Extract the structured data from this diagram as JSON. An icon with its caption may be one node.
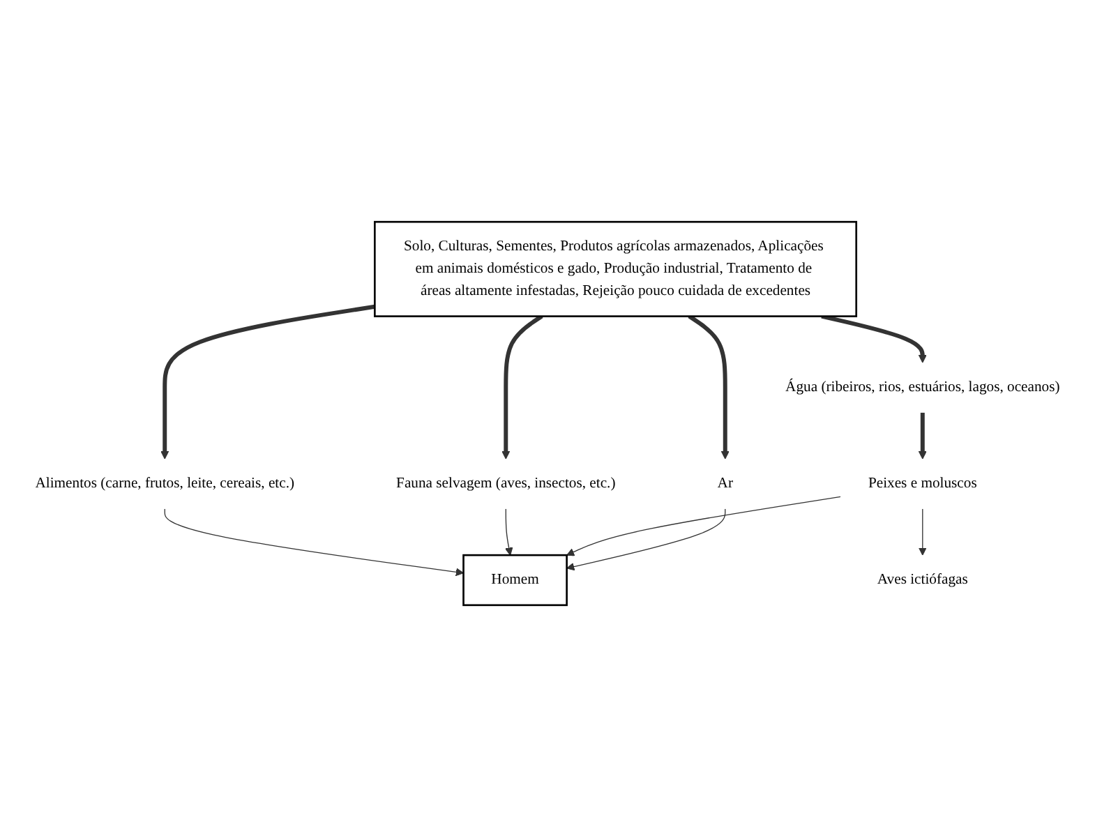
{
  "diagram": {
    "nodes": [
      {
        "text": [
          "Solo, Culturas, Sementes, Produtos agrícolas armazenados, Aplicações em animais domésticos e gado, Produção industrial, Tratamento de áreas altamente infestadas, Rejeição pouco cuidada de excedentes"
        ]
      },
      {
        "text": [
          "Alimentos (carne, frutos, leite, cereais, etc.)"
        ]
      },
      {
        "text": [
          "Fauna selvagem (aves, insectos, etc.)"
        ]
      },
      {
        "text": [
          "Água (ribeiros, rios, estuários, lagos, oceanos)"
        ]
      },
      {
        "text": [
          "Ar"
        ]
      },
      {
        "text": [
          "Peixes e moluscos"
        ]
      },
      {
        "text": [
          "Aves ictiófagas"
        ]
      },
      {
        "text": [
          "Homem"
        ]
      }
    ],
    "edges": [
      {
        "from": 0,
        "to": 1,
        "arrow": "to",
        "style": "thick"
      },
      {
        "from": 0,
        "to": 2,
        "arrow": "to",
        "style": "thick"
      },
      {
        "from": 0,
        "to": 3,
        "arrow": "to",
        "style": "thick"
      },
      {
        "from": 0,
        "to": 4,
        "arrow": "to",
        "style": "thick"
      },
      {
        "from": 3,
        "to": 5,
        "arrow": "to",
        "style": "thick"
      },
      {
        "from": 5,
        "to": 6,
        "arrow": "to"
      },
      {
        "from": 1,
        "to": 7,
        "arrow": "to"
      },
      {
        "from": 2,
        "to": 7,
        "arrow": "to"
      },
      {
        "from": 5,
        "to": 7,
        "arrow": "to"
      },
      {
        "from": 4,
        "to": 7,
        "arrow": "to"
      }
    ]
  }
}
